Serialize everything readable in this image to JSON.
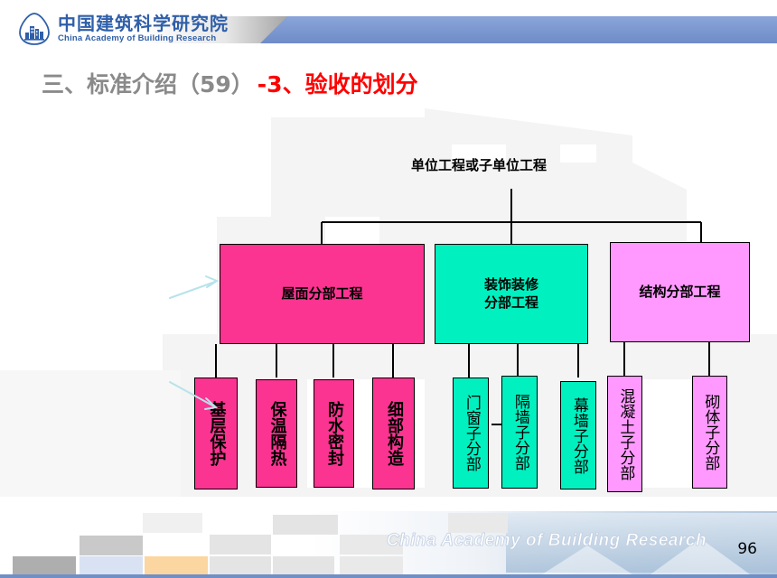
{
  "header": {
    "logo_cn": "中国建筑科学研究院",
    "logo_en": "China Academy of Building Research",
    "logo_icon": "building-shield-logo",
    "band_color": "#7b97d0"
  },
  "title": {
    "main": "三、标准介绍（59）",
    "accent": "-3、验收的划分",
    "main_color": "#8a8a8a",
    "accent_color": "#ff0000"
  },
  "diagram": {
    "root": {
      "label": "单位工程或子单位工程"
    },
    "colors": {
      "pink": "#fb3491",
      "green": "#00f0c0",
      "violet": "#ff99ff",
      "border": "#000000",
      "connector": "#000000",
      "arrow": "#b7e3ea"
    },
    "branches": [
      {
        "id": "roof",
        "label": "屋面分部工程",
        "fill": "#fb3491",
        "children": [
          {
            "label": "基层保护",
            "fill": "#fb3491"
          },
          {
            "label": "保温隔热",
            "fill": "#fb3491"
          },
          {
            "label": "防水密封",
            "fill": "#fb3491"
          },
          {
            "label": "细部构造",
            "fill": "#fb3491"
          }
        ]
      },
      {
        "id": "decoration",
        "label": "装饰装修\n分部工程",
        "fill": "#00f0c0",
        "children": [
          {
            "label": "门窗子分部",
            "fill": "#00f0c0"
          },
          {
            "label": "隔墙子分部",
            "fill": "#00f0c0"
          },
          {
            "label": "幕墙子分部",
            "fill": "#00f0c0"
          }
        ]
      },
      {
        "id": "structure",
        "label": "结构分部工程",
        "fill": "#ff99ff",
        "children": [
          {
            "label": "混凝土子分部",
            "fill": "#ff99ff"
          },
          {
            "label": "砌体子分部",
            "fill": "#ff99ff"
          }
        ]
      }
    ]
  },
  "footer": {
    "brand": "China Academy of Building Research",
    "page_number": "96",
    "accent_color": "#6f8fc6"
  }
}
